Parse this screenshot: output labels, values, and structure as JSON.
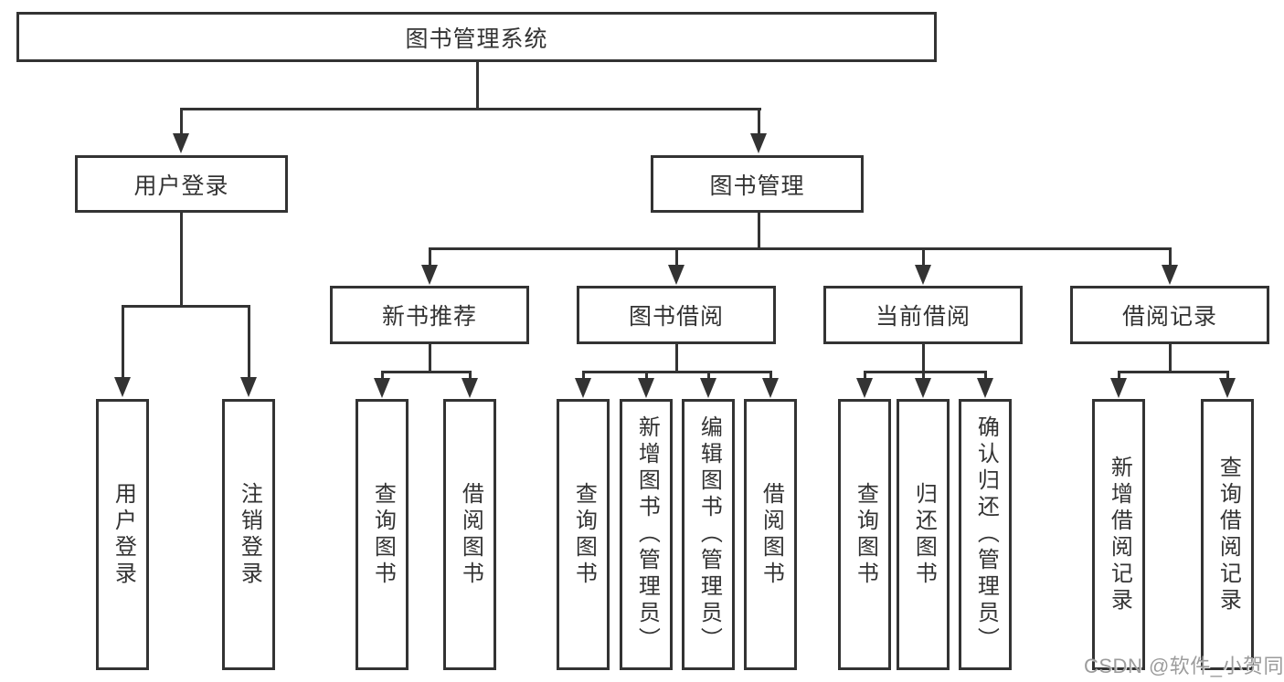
{
  "nodes": {
    "root": {
      "label": "图书管理系统"
    },
    "branches": [
      {
        "label": "用户登录",
        "leaves": [
          {
            "label": "用户登录"
          },
          {
            "label": "注销登录"
          }
        ]
      },
      {
        "label": "图书管理",
        "groups": [
          {
            "label": "新书推荐",
            "leaves": [
              {
                "label": "查询图书"
              },
              {
                "label": "借阅图书"
              }
            ]
          },
          {
            "label": "图书借阅",
            "leaves": [
              {
                "label": "查询图书"
              },
              {
                "label": "新增图书（管理员）"
              },
              {
                "label": "编辑图书（管理员）"
              },
              {
                "label": "借阅图书"
              }
            ]
          },
          {
            "label": "当前借阅",
            "leaves": [
              {
                "label": "查询图书"
              },
              {
                "label": "归还图书"
              },
              {
                "label": "确认归还（管理员）"
              }
            ]
          },
          {
            "label": "借阅记录",
            "leaves": [
              {
                "label": "新增借阅记录"
              },
              {
                "label": "查询借阅记录"
              }
            ]
          }
        ]
      }
    ]
  },
  "watermark": {
    "text": "CSDN @软件_小贺同学"
  },
  "colors": {
    "line": "#333333",
    "text": "#333333",
    "background": "#ffffff",
    "watermark": "#9c9c9c"
  }
}
